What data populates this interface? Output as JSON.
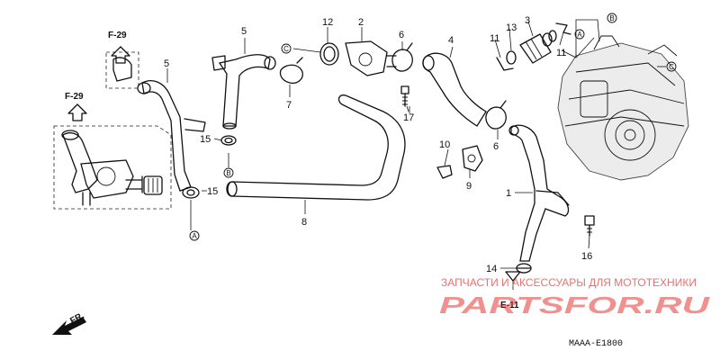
{
  "refs": {
    "f29_top": "F-29",
    "f29_left": "F-29",
    "e11": "E-11",
    "fr": "FR."
  },
  "callouts": {
    "n1": "1",
    "n2": "2",
    "n3": "3",
    "n4": "4",
    "n5a": "5",
    "n5b": "5",
    "n6a": "6",
    "n6b": "6",
    "n7": "7",
    "n8": "8",
    "n9": "9",
    "n10": "10",
    "n11a": "11",
    "n11b": "11",
    "n12": "12",
    "n13": "13",
    "n14": "14",
    "n15a": "15",
    "n15b": "15",
    "n16": "16",
    "n17": "17"
  },
  "circle_markers": {
    "a1": "A",
    "a2": "A",
    "b1": "B",
    "b2": "B",
    "c1": "C",
    "c2": "C"
  },
  "watermark": {
    "top_line": "ЗАПЧАСТИ И АКСЕССУАРЫ ДЛЯ МОТОТЕХНИКИ",
    "logo": "PARTSFOR.RU"
  },
  "diagram_code": "MAAA-E1800"
}
